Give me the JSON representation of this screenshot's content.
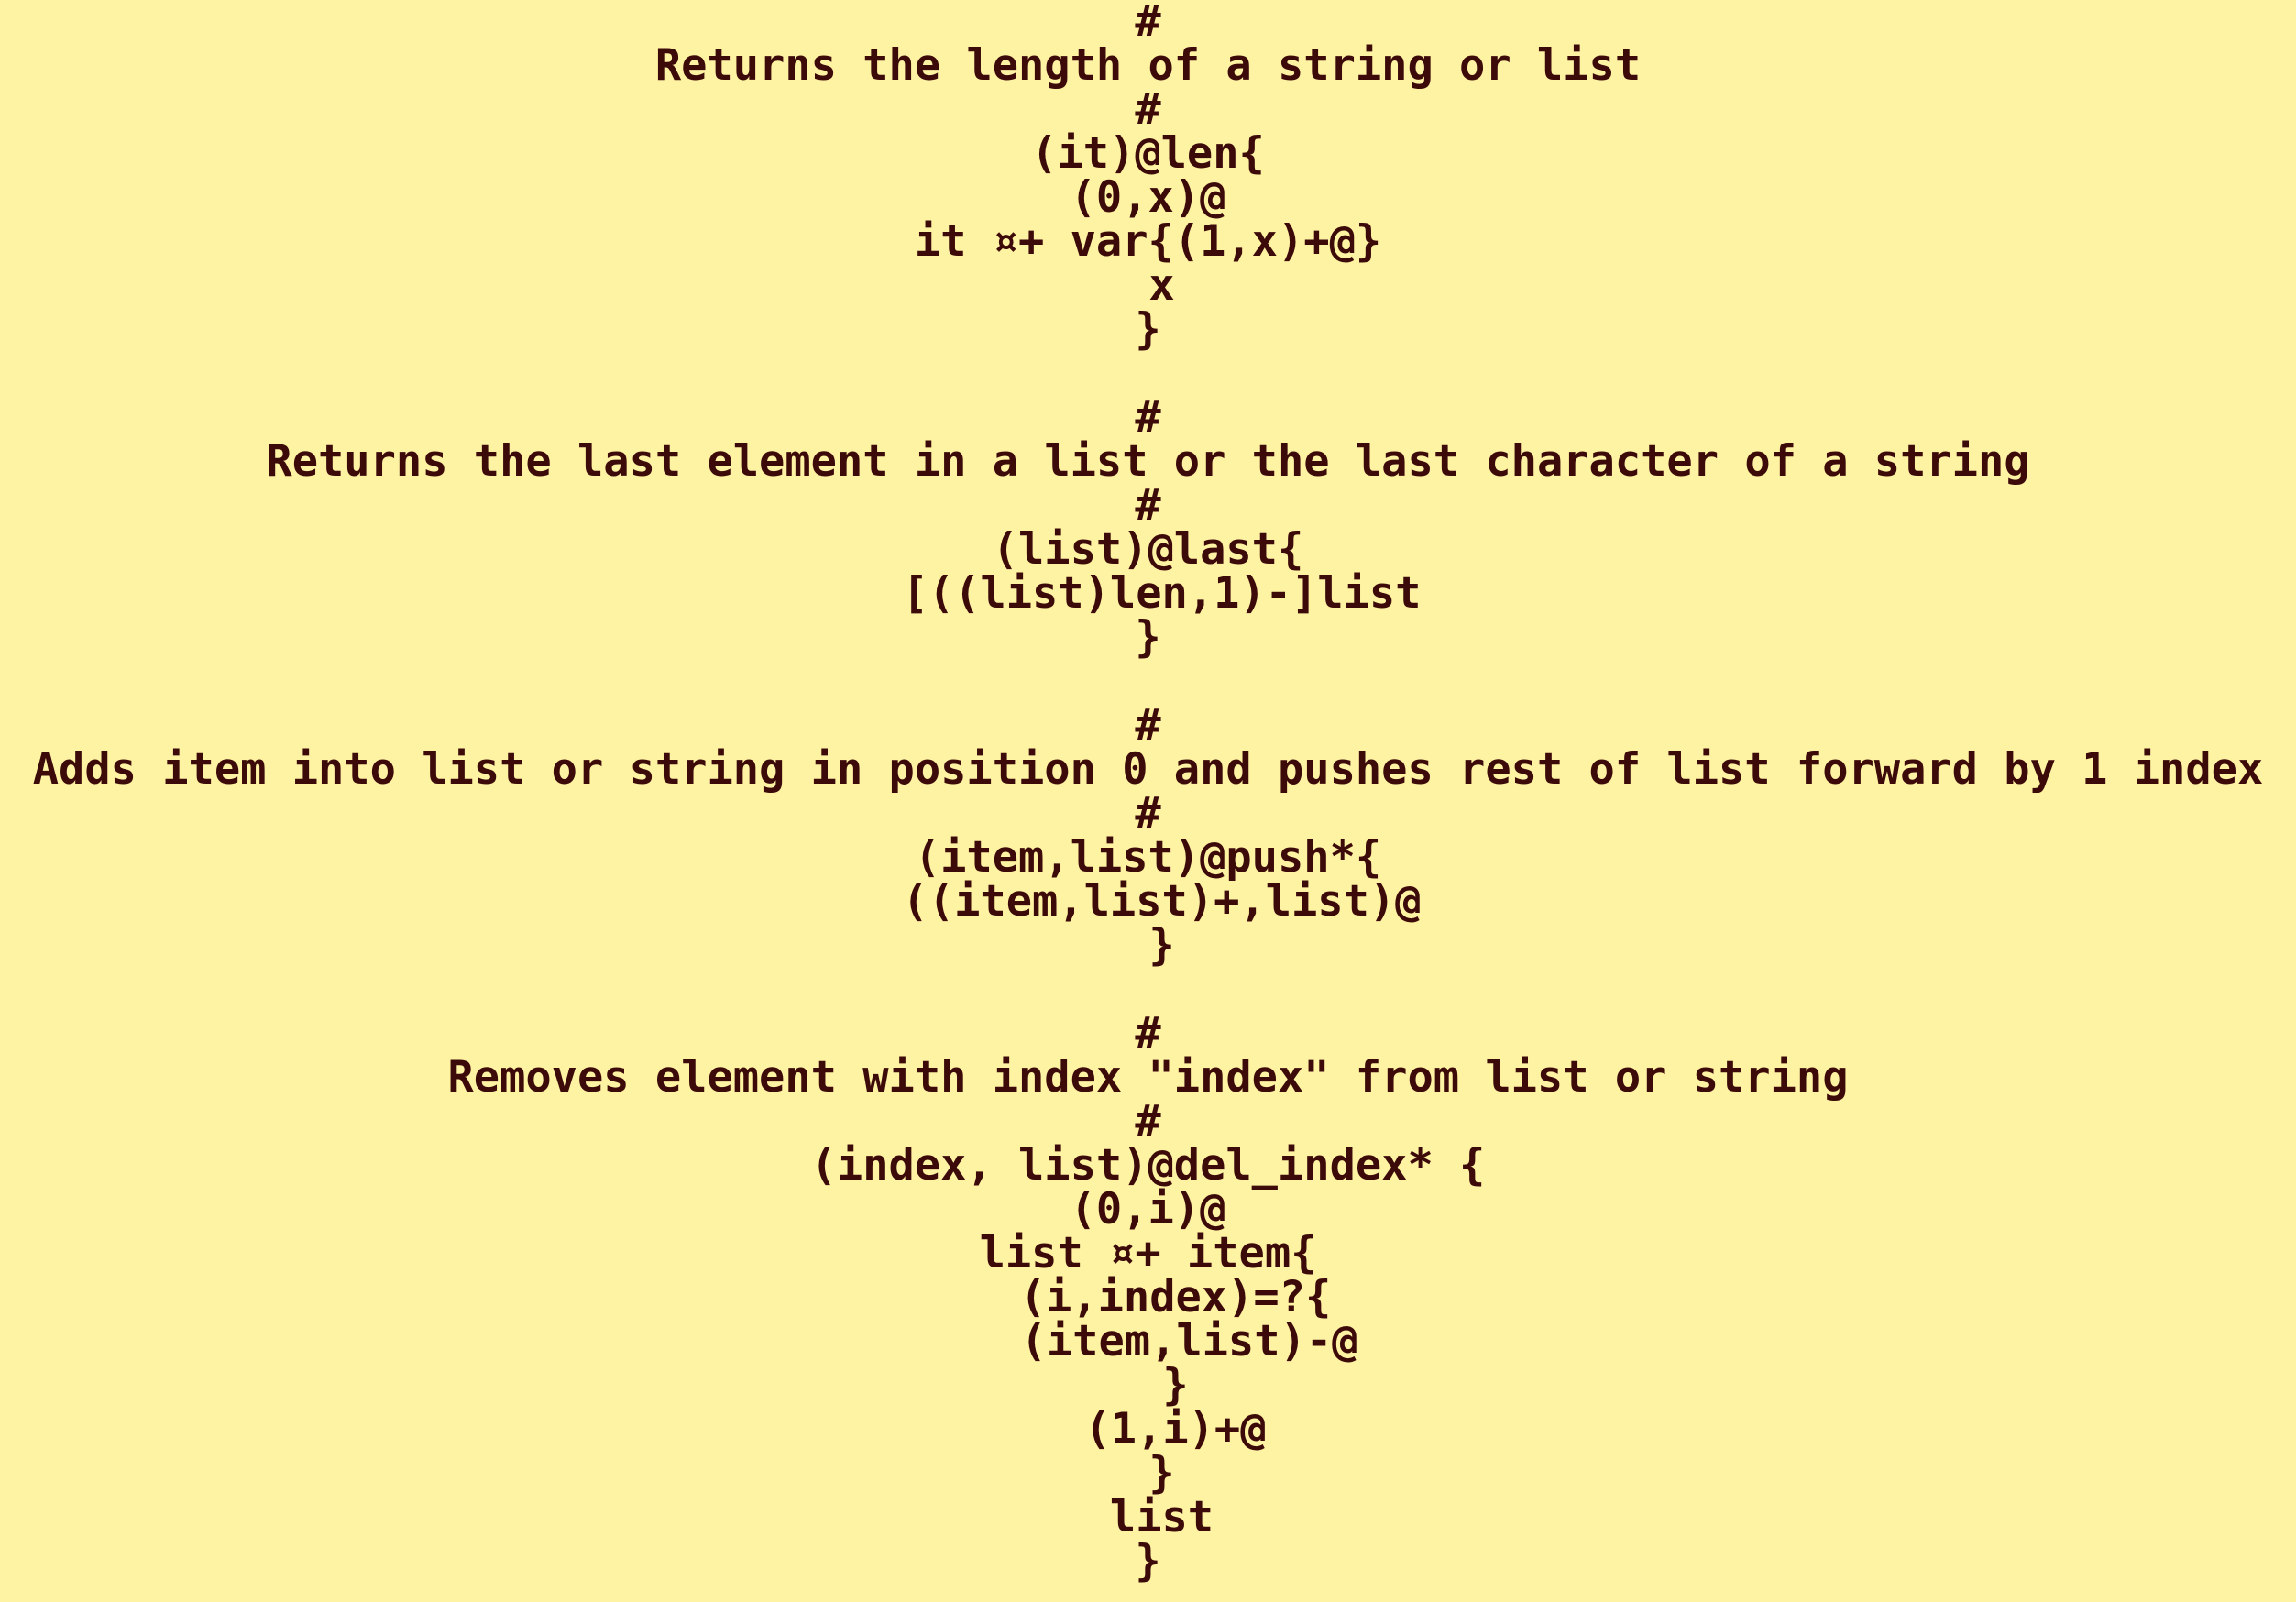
{
  "colors": {
    "background": "#fef2a3",
    "text": "#3d0a0a"
  },
  "lines": [
    "#",
    "Returns the length of a string or list",
    "#",
    "(it)@len{",
    "(0,x)@",
    "it ¤+ var{(1,x)+@}",
    "x",
    "}",
    "",
    "#",
    "Returns the last element in a list or the last character of a string",
    "#",
    "(list)@last{",
    "[((list)len,1)-]list",
    "}",
    "",
    "#",
    "Adds item into list or string in position 0 and pushes rest of list forward by 1 index",
    "#",
    "(item,list)@push*{",
    "((item,list)+,list)@",
    "}",
    "",
    "#",
    "Removes element with index \"index\" from list or string",
    "#",
    "(index, list)@del_index* {",
    "(0,i)@",
    "list ¤+ item{",
    "(i,index)=?{",
    "(item,list)-@",
    "}",
    "(1,i)+@",
    "}",
    "list",
    "}"
  ]
}
